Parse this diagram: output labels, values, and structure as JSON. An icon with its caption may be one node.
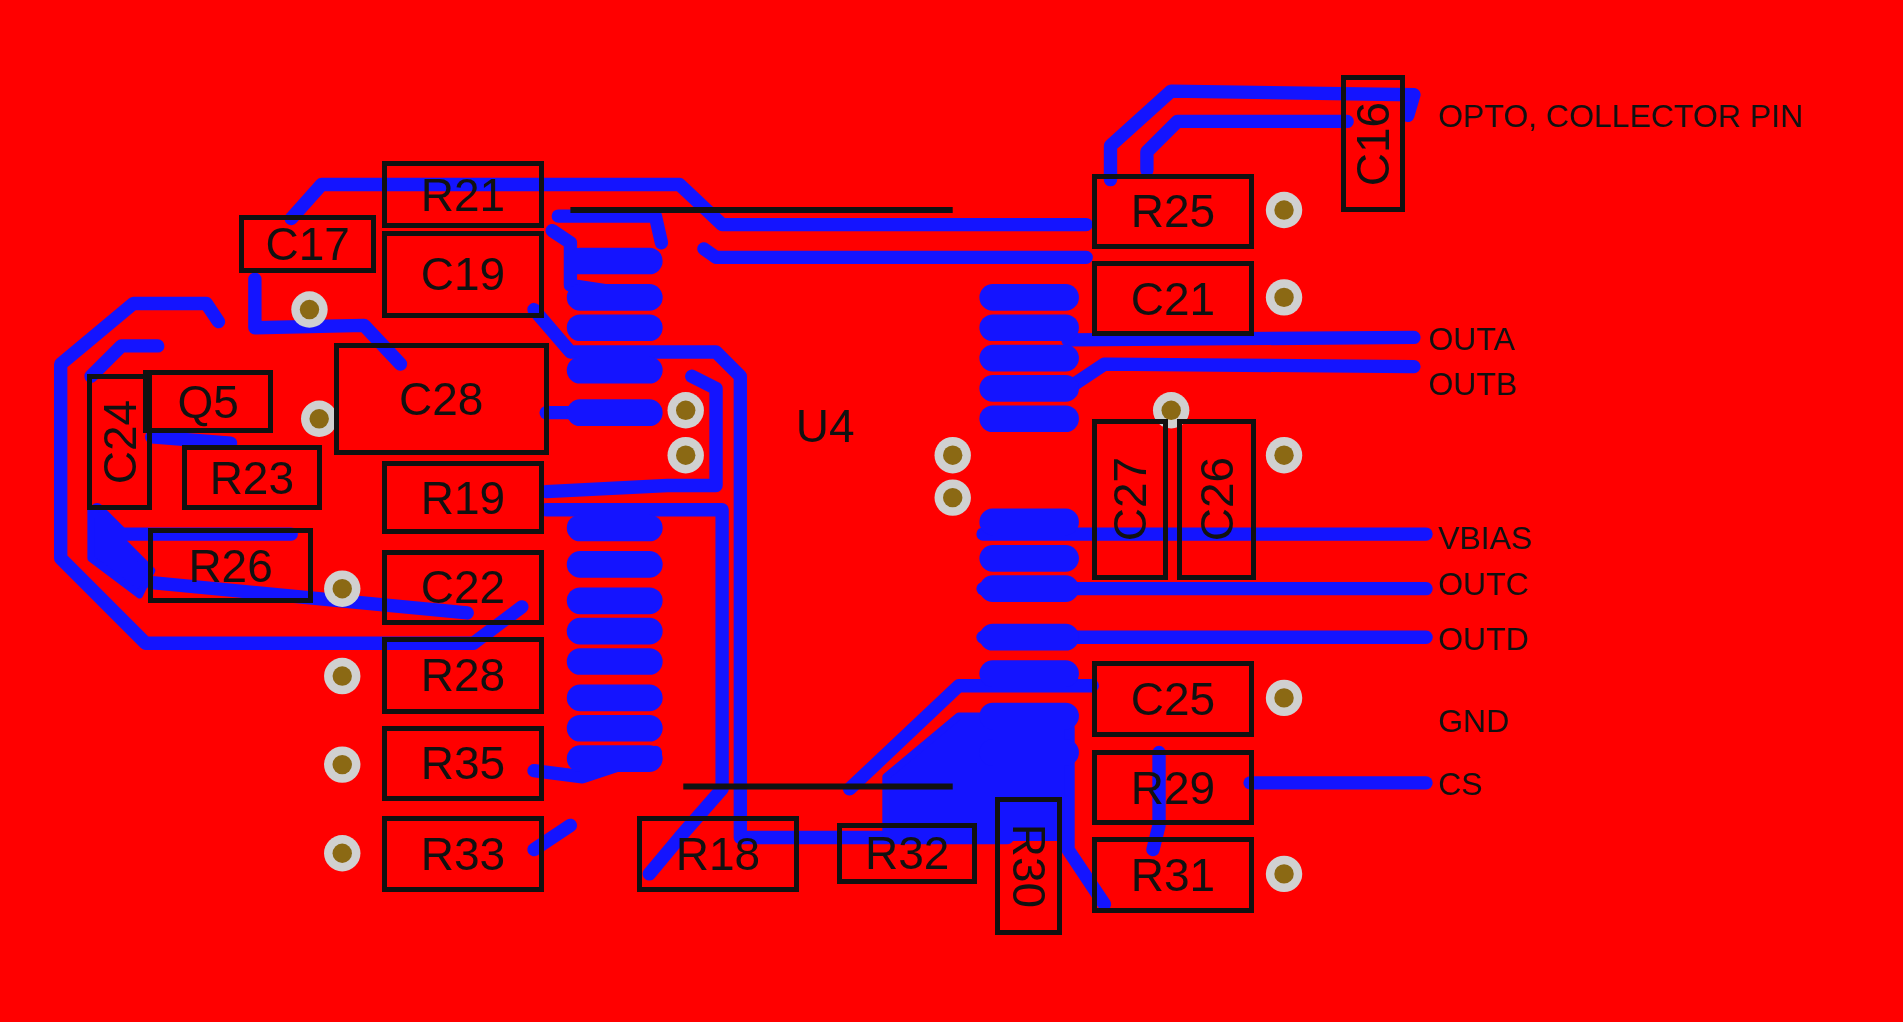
{
  "diagram": {
    "nodes": [
      {
        "text": [
          "C16"
        ]
      },
      {
        "text": [
          "R21"
        ]
      },
      {
        "text": [
          "C17"
        ]
      },
      {
        "text": [
          "C19"
        ]
      },
      {
        "text": [
          "R25"
        ]
      },
      {
        "text": [
          "C21"
        ]
      },
      {
        "text": [
          "C28"
        ]
      },
      {
        "text": [
          "Q5"
        ]
      },
      {
        "text": [
          "U4"
        ]
      },
      {
        "text": [
          "C24"
        ]
      },
      {
        "text": [
          "R23"
        ]
      },
      {
        "text": [
          "R19"
        ]
      },
      {
        "text": [
          "C27"
        ]
      },
      {
        "text": [
          "C26"
        ]
      },
      {
        "text": [
          "R26"
        ]
      },
      {
        "text": [
          "C22"
        ]
      },
      {
        "text": [
          "R28"
        ]
      },
      {
        "text": [
          "C25"
        ]
      },
      {
        "text": [
          "R35"
        ]
      },
      {
        "text": [
          "R29"
        ]
      },
      {
        "text": [
          "R18"
        ]
      },
      {
        "text": [
          "R32"
        ]
      },
      {
        "text": [
          "R30"
        ]
      },
      {
        "text": [
          "R33"
        ]
      },
      {
        "text": [
          "R31"
        ]
      }
    ],
    "labels": [
      "OPTO, COLLECTOR PIN",
      "OUTA",
      "OUTB",
      "VBIAS",
      "OUTC",
      "OUTD",
      "GND",
      "CS"
    ]
  }
}
